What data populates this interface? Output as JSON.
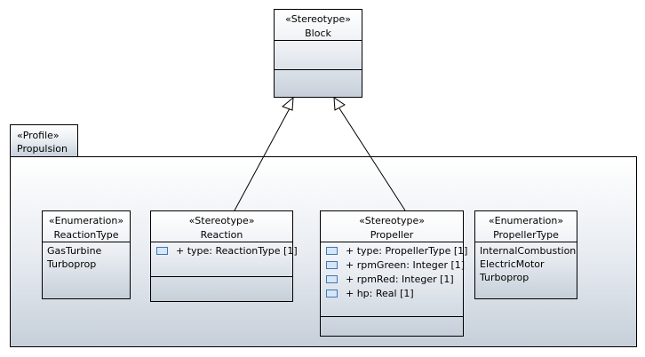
{
  "profile": {
    "stereotype": "«Profile»",
    "name": "Propulsion"
  },
  "block": {
    "stereotype": "«Stereotype»",
    "name": "Block"
  },
  "reaction_type": {
    "stereotype": "«Enumeration»",
    "name": "ReactionType",
    "literals": [
      "GasTurbine",
      "Turboprop"
    ]
  },
  "reaction": {
    "stereotype": "«Stereotype»",
    "name": "Reaction",
    "attributes": [
      "+ type: ReactionType [1]"
    ]
  },
  "propeller": {
    "stereotype": "«Stereotype»",
    "name": "Propeller",
    "attributes": [
      "+ type: PropellerType [1]",
      "+ rpmGreen: Integer [1]",
      "+ rpmRed: Integer [1]",
      "+ hp: Real [1]"
    ]
  },
  "propeller_type": {
    "stereotype": "«Enumeration»",
    "name": "PropellerType",
    "literals": [
      "InternalCombustion",
      "ElectricMotor",
      "Turboprop"
    ]
  },
  "colors": {
    "border": "#000000",
    "fill_top": "#ffffff",
    "fill_bottom": "#c6cfd9",
    "attr_icon": "#3f78b6"
  }
}
